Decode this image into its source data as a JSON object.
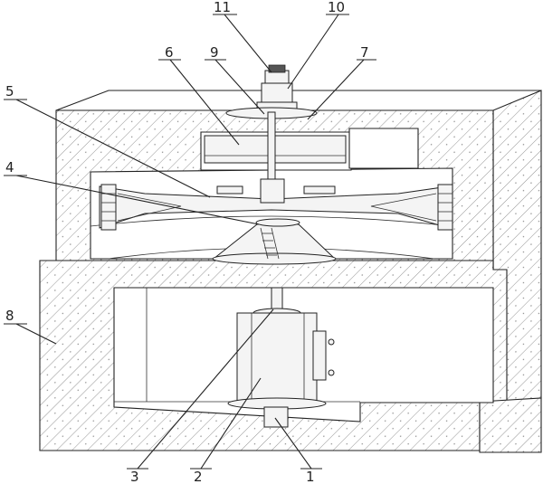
{
  "labels": {
    "l1": "1",
    "l2": "2",
    "l3": "3",
    "l4": "4",
    "l5": "5",
    "l6": "6",
    "l7": "7",
    "l8": "8",
    "l9": "9",
    "l10": "10",
    "l11": "11"
  },
  "colors": {
    "ink": "#222222",
    "background": "#ffffff",
    "hatch": "#555555"
  }
}
